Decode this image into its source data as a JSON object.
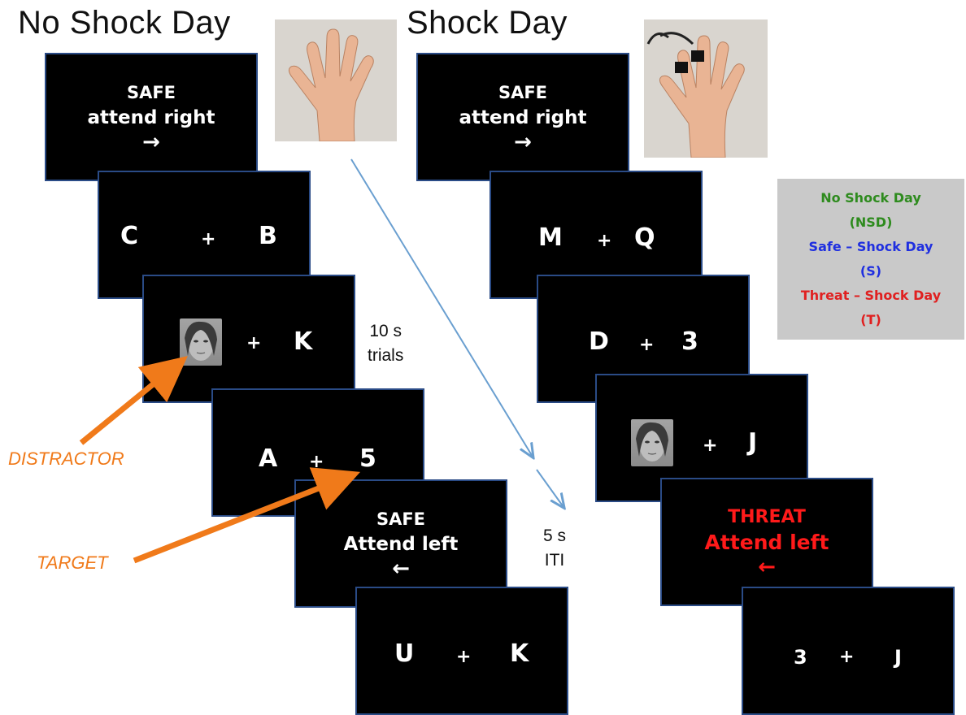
{
  "headings": {
    "left": "No Shock Day",
    "right": "Shock Day"
  },
  "left_sequence": {
    "cue1": {
      "line1": "SAFE",
      "line2": "attend right",
      "arrow": "→"
    },
    "trial1": {
      "left": "C",
      "center": "+",
      "right": "B"
    },
    "trial2": {
      "center": "+",
      "right": "K"
    },
    "trial3": {
      "left": "A",
      "center": "+",
      "right": "5"
    },
    "cue2": {
      "line1": "SAFE",
      "line2": "Attend left",
      "arrow": "←"
    },
    "trial4": {
      "left": "U",
      "center": "+",
      "right": "K"
    }
  },
  "right_sequence": {
    "cue1": {
      "line1": "SAFE",
      "line2": "attend right",
      "arrow": "→"
    },
    "trial1": {
      "left": "M",
      "center": "+",
      "right": "Q"
    },
    "trial2": {
      "left": "D",
      "center": "+",
      "right": "3"
    },
    "trial3": {
      "center": "+",
      "right": "J"
    },
    "cue2": {
      "line1": "THREAT",
      "line2": "Attend left",
      "arrow": "←"
    },
    "trial4": {
      "left": "3",
      "center": "+",
      "right": "J"
    }
  },
  "annotations": {
    "trial_duration": {
      "line1": "10 s",
      "line2": "trials"
    },
    "iti": {
      "line1": "5 s",
      "line2": "ITI"
    },
    "distractor": "DISTRACTOR",
    "target": "TARGET"
  },
  "legend": [
    {
      "text": "No Shock Day",
      "color": "#2e8b1e"
    },
    {
      "text": "(NSD)",
      "color": "#2e8b1e"
    },
    {
      "text": "Safe – Shock Day",
      "color": "#1f2fe0"
    },
    {
      "text": "(S)",
      "color": "#1f2fe0"
    },
    {
      "text": "Threat – Shock Day",
      "color": "#e02020"
    },
    {
      "text": "(T)",
      "color": "#e02020"
    }
  ],
  "colors": {
    "screen_bg": "#000000",
    "screen_border": "#2a4b86",
    "threat": "#ff1a1a",
    "annotation_orange": "#f07a1a",
    "flow_arrow": "#6a9fd0",
    "legend_bg": "#c9c9c9"
  },
  "icons": {
    "hand_photo": "hand-photo",
    "hand_with_electrodes_photo": "hand-with-electrodes-photo",
    "face_stimulus": "face-photo"
  }
}
